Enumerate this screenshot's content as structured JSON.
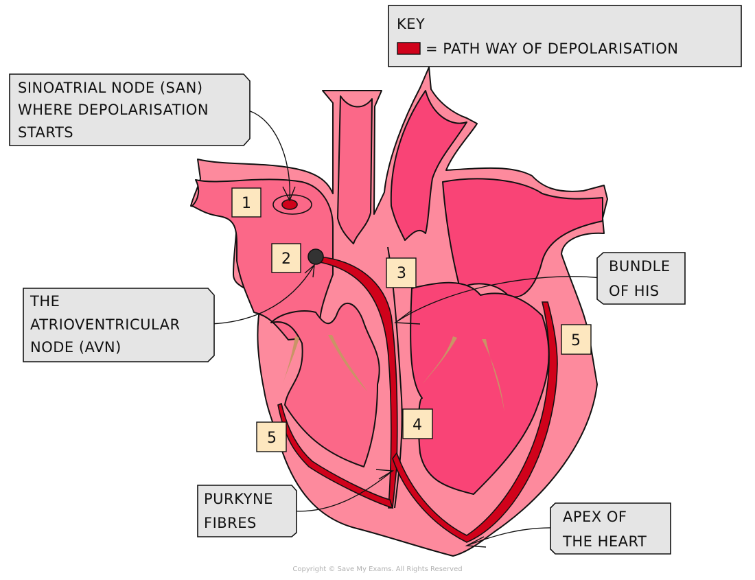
{
  "key": {
    "title": "KEY",
    "entry_label": "= PATH  WAY  OF  DEPOLARISATION",
    "swatch_color": "#d0021b"
  },
  "labels": {
    "san": [
      "SINOATRIAL  NODE  (SAN)",
      "WHERE  DEPOLARISATION",
      "STARTS"
    ],
    "avn": [
      "THE",
      "ATRIOVENTRICULAR",
      "NODE  (AVN)"
    ],
    "bundle_of_his": [
      "BUNDLE",
      "OF  HIS"
    ],
    "purkyne_fibres": [
      "PURKYNE",
      "FIBRES"
    ],
    "apex": [
      "APEX  OF",
      "THE  HEART"
    ]
  },
  "step_numbers": {
    "san": "1",
    "avn": "2",
    "bundle_top": "3",
    "septum": "4",
    "right_wall": "5",
    "left_wall": "5"
  },
  "colors": {
    "wall": "#fd8a9d",
    "right_chamber": "#fb6888",
    "left_chamber": "#f94476",
    "conduction": "#d0021b",
    "avn_node": "#333333",
    "tendons": "#c99466",
    "label_bg": "#e5e5e5",
    "badge_bg": "#fde7bf"
  },
  "footer": {
    "copyright": "Copyright © Save My Exams. All Rights Reserved"
  }
}
